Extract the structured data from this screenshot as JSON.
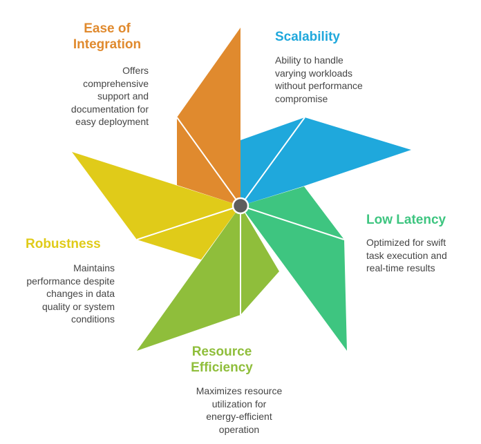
{
  "colors": {
    "scalability": "#1fa8dc",
    "low_latency": "#3ec580",
    "resource_efficiency": "#8fbe3b",
    "robustness": "#e0cb19",
    "ease_of_integration": "#e08a2e",
    "hub": "#5d5d5d",
    "description_text": "#444444"
  },
  "segments": [
    {
      "key": "scalability",
      "title": "Scalability",
      "description": "Ability to handle\nvarying workloads\nwithout performance\ncompromise"
    },
    {
      "key": "low_latency",
      "title": "Low Latency",
      "description": "Optimized for swift\ntask execution and\nreal-time results"
    },
    {
      "key": "resource_efficiency",
      "title": "Resource\nEfficiency",
      "description": "Maximizes resource\nutilization for\nenergy-efficient\noperation"
    },
    {
      "key": "robustness",
      "title": "Robustness",
      "description": "Maintains\nperformance despite\nchanges in data\nquality or system\nconditions"
    },
    {
      "key": "ease_of_integration",
      "title": "Ease of\nIntegration",
      "description": "Offers\ncomprehensive\nsupport and\ndocumentation for\neasy deployment"
    }
  ]
}
